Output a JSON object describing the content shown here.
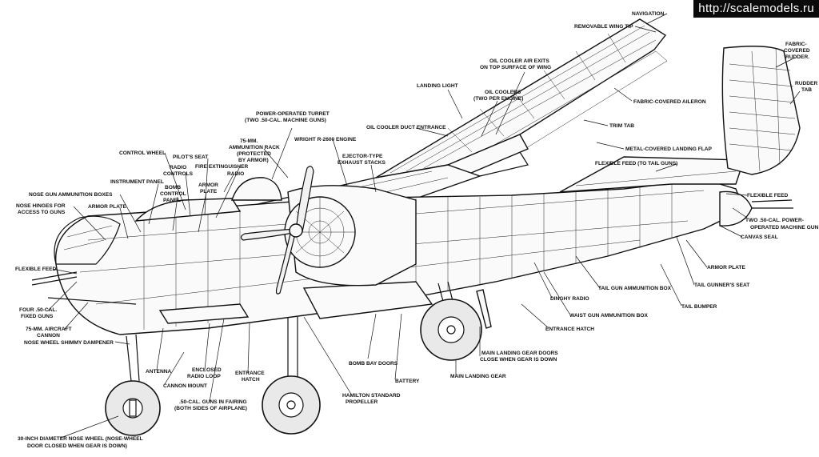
{
  "watermark": "http://scalemodels.ru",
  "labels": {
    "navigation": "NAVIGATION",
    "removable_wing_tip": "REMOVABLE WING TIP",
    "fabric_covered_rudder_1": "FABRIC-",
    "fabric_covered_rudder_2": "COVERED",
    "fabric_covered_rudder_3": "RUDDER.",
    "rudder_tab_1": "RUDDER",
    "rudder_tab_2": "TAB",
    "oil_cooler_air_exits_1": "OIL COOLER AIR EXITS",
    "oil_cooler_air_exits_2": "ON TOP SURFACE OF WING",
    "landing_light": "LANDING LIGHT",
    "oil_coolers_1": "OIL COOLERS",
    "oil_coolers_2": "(TWO PER ENGINE)",
    "fabric_covered_aileron": "FABRIC-COVERED AILERON",
    "power_turret_1": "POWER-OPERATED TURRET",
    "power_turret_2": "(TWO .50-CAL. MACHINE GUNS)",
    "oil_cooler_duct_entrance": "OIL COOLER DUCT ENTRANCE",
    "trim_tab": "TRIM TAB",
    "ammo_rack_1": "75-MM.",
    "ammo_rack_2": "AMMUNITION RACK",
    "ammo_rack_3": "(PROTECTED",
    "ammo_rack_4": "BY ARMOR)",
    "wright_engine": "WRIGHT R-2600 ENGINE",
    "metal_covered_landing_flap": "METAL-COVERED LANDING FLAP",
    "control_wheel": "CONTROL WHEEL",
    "pilots_seat": "PILOT'S SEAT",
    "ejector_exhaust_1": "EJECTOR-TYPE",
    "ejector_exhaust_2": "EXHAUST STACKS",
    "radio_controls_1": "RADIO",
    "radio_controls_2": "CONTROLS",
    "fire_extinguisher": "FIRE EXTINGUISHER",
    "flexible_feed_tail": "FLEXIBLE FEED (TO TAIL GUNS)",
    "instrument_panel": "INSTRUMENT PANEL",
    "bomb_control_1": "BOMB",
    "bomb_control_2": "CONTROL",
    "bomb_control_3": "PANEL",
    "armor_plate_top_1": "ARMOR",
    "armor_plate_top_2": "PLATE",
    "radio": "RADIO",
    "nose_gun_ammo": "NOSE GUN AMMUNITION BOXES",
    "flexible_feed_right": "FLEXIBLE FEED",
    "nose_hinges_1": "NOSE HINGES FOR",
    "nose_hinges_2": "ACCESS TO GUNS",
    "armor_plate_nose": "ARMOR PLATE",
    "two_50cal_1": "TWO .50-CAL. POWER-",
    "two_50cal_2": "OPERATED MACHINE GUN",
    "canvas_seal": "CANVAS SEAL",
    "flexible_feed_left": "FLEXIBLE FEED",
    "armor_plate_tail": "ARMOR PLATE",
    "tail_gun_ammo": "TAIL GUN AMMUNITION BOX",
    "tail_gunners_seat": "TAIL GUNNER'S SEAT",
    "dinghy_radio": "DINGHY RADIO",
    "four_50cal_1": "FOUR .50-CAL.",
    "four_50cal_2": "FIXED GUNS",
    "tail_bumper": "TAIL BUMPER",
    "waist_gun_ammo": "WAIST GUN AMMUNITION BOX",
    "cannon_1": "75-MM. AIRCRAFT",
    "cannon_2": "CANNON",
    "entrance_hatch_right": "ENTRANCE HATCH",
    "nose_wheel_shimmy": "NOSE WHEEL SHIMMY DAMPENER",
    "gear_doors_1": "MAIN LANDING GEAR DOORS",
    "gear_doors_2": "CLOSE WHEN GEAR IS DOWN",
    "bomb_bay_doors": "BOMB BAY DOORS",
    "main_landing_gear": "MAIN LANDING GEAR",
    "antenna": "ANTENNA",
    "radio_loop_1": "ENCLOSED",
    "radio_loop_2": "RADIO LOOP",
    "entrance_hatch_1": "ENTRANCE",
    "entrance_hatch_2": "HATCH",
    "battery": "BATTERY",
    "cannon_mount": "CANNON MOUNT",
    "hamilton_1": "HAMILTON STANDARD",
    "hamilton_2": "PROPELLER",
    "guns_fairing_1": ".50-CAL. GUNS IN FAIRING",
    "guns_fairing_2": "(BOTH SIDES OF AIRPLANE)",
    "nose_wheel_1": "30-INCH DIAMETER NOSE WHEEL (NOSE-WHEEL",
    "nose_wheel_2": "DOOR CLOSED WHEN GEAR IS DOWN)"
  }
}
